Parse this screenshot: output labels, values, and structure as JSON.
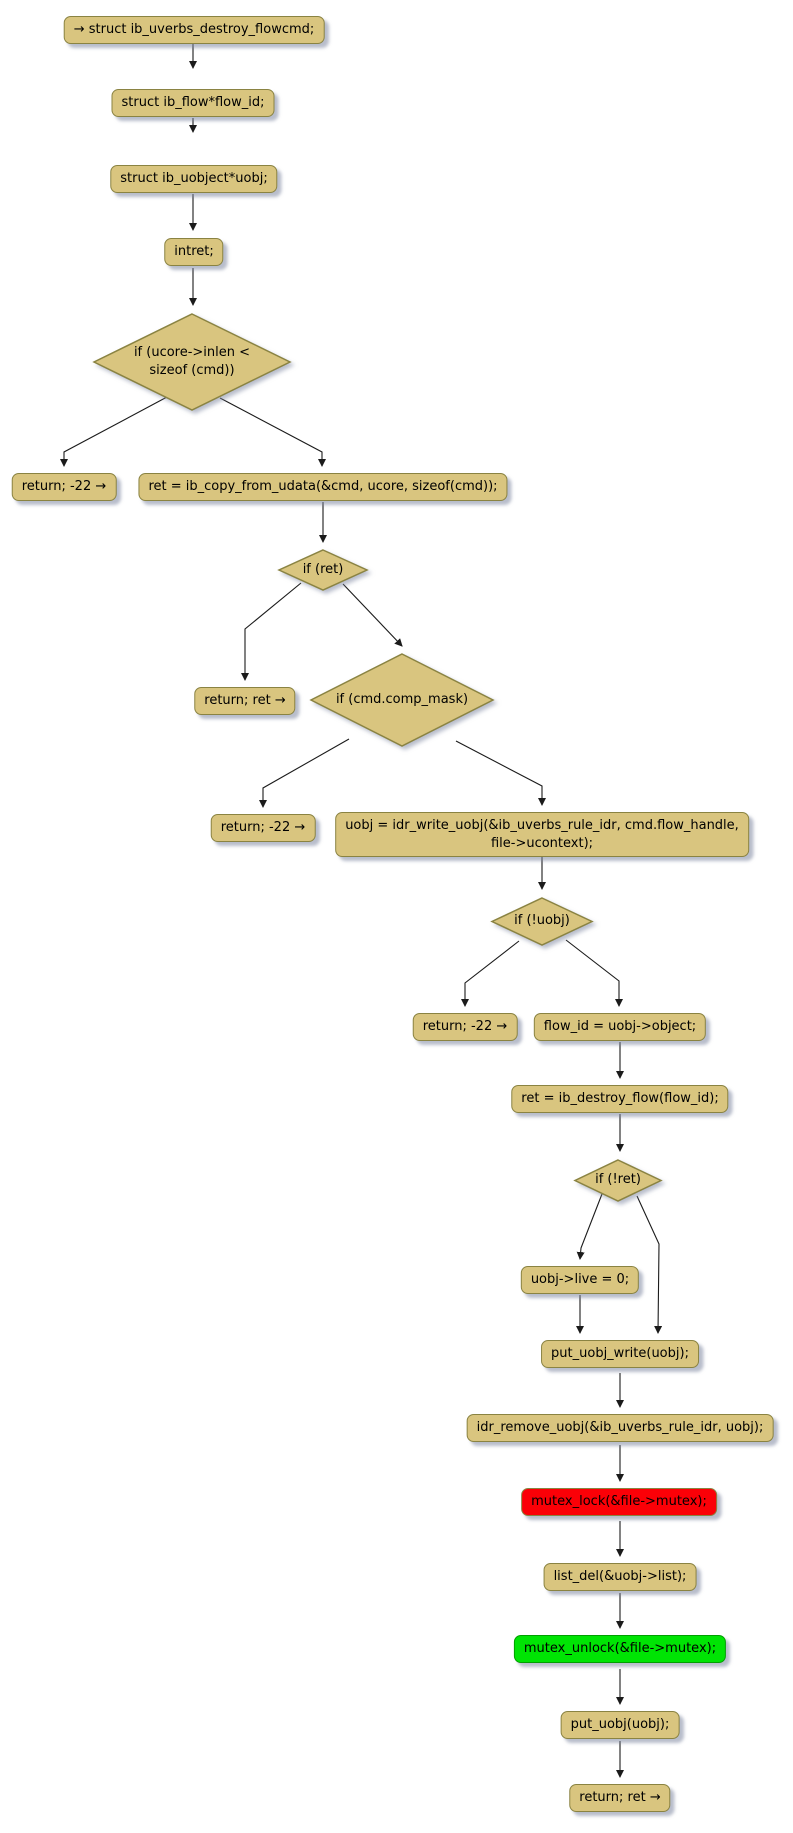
{
  "colors": {
    "node_fill": "#D9C57F",
    "node_border": "#8A8342",
    "mutex_lock_fill": "#FB0007",
    "mutex_unlock_fill": "#00E404",
    "mutex_unlock_border": "#00A000",
    "edge_line": "#1b1b1b",
    "background": "#ffffff"
  },
  "nodes": {
    "start": "→ struct ib_uverbs_destroy_flowcmd;",
    "decl_flow_id": "struct ib_flow*flow_id;",
    "decl_uobj": "struct ib_uobject*uobj;",
    "decl_ret": "intret;",
    "cond_inlen": "if (ucore->inlen <\nsizeof (cmd))",
    "return_inval_1": "return; -22 →",
    "copy_udata": "ret = ib_copy_from_udata(&cmd, ucore, sizeof(cmd));",
    "cond_ret": "if (ret)",
    "return_ret_1": "return; ret →",
    "cond_comp_mask": "if (cmd.comp_mask)",
    "return_inval_2": "return; -22 →",
    "idr_write_uobj": "uobj = idr_write_uobj(&ib_uverbs_rule_idr, cmd.flow_handle,\nfile->ucontext);",
    "cond_uobj": "if (!uobj)",
    "return_inval_3": "return; -22 →",
    "flow_id_assign": "flow_id = uobj->object;",
    "destroy_flow": "ret = ib_destroy_flow(flow_id);",
    "cond_not_ret": "if (!ret)",
    "uobj_live": "uobj->live = 0;",
    "put_uobj_write": "put_uobj_write(uobj);",
    "idr_remove_uobj": "idr_remove_uobj(&ib_uverbs_rule_idr, uobj);",
    "mutex_lock": "mutex_lock(&file->mutex);",
    "list_del": "list_del(&uobj->list);",
    "mutex_unlock": "mutex_unlock(&file->mutex);",
    "put_uobj": "put_uobj(uobj);",
    "return_ret_2": "return; ret →"
  }
}
